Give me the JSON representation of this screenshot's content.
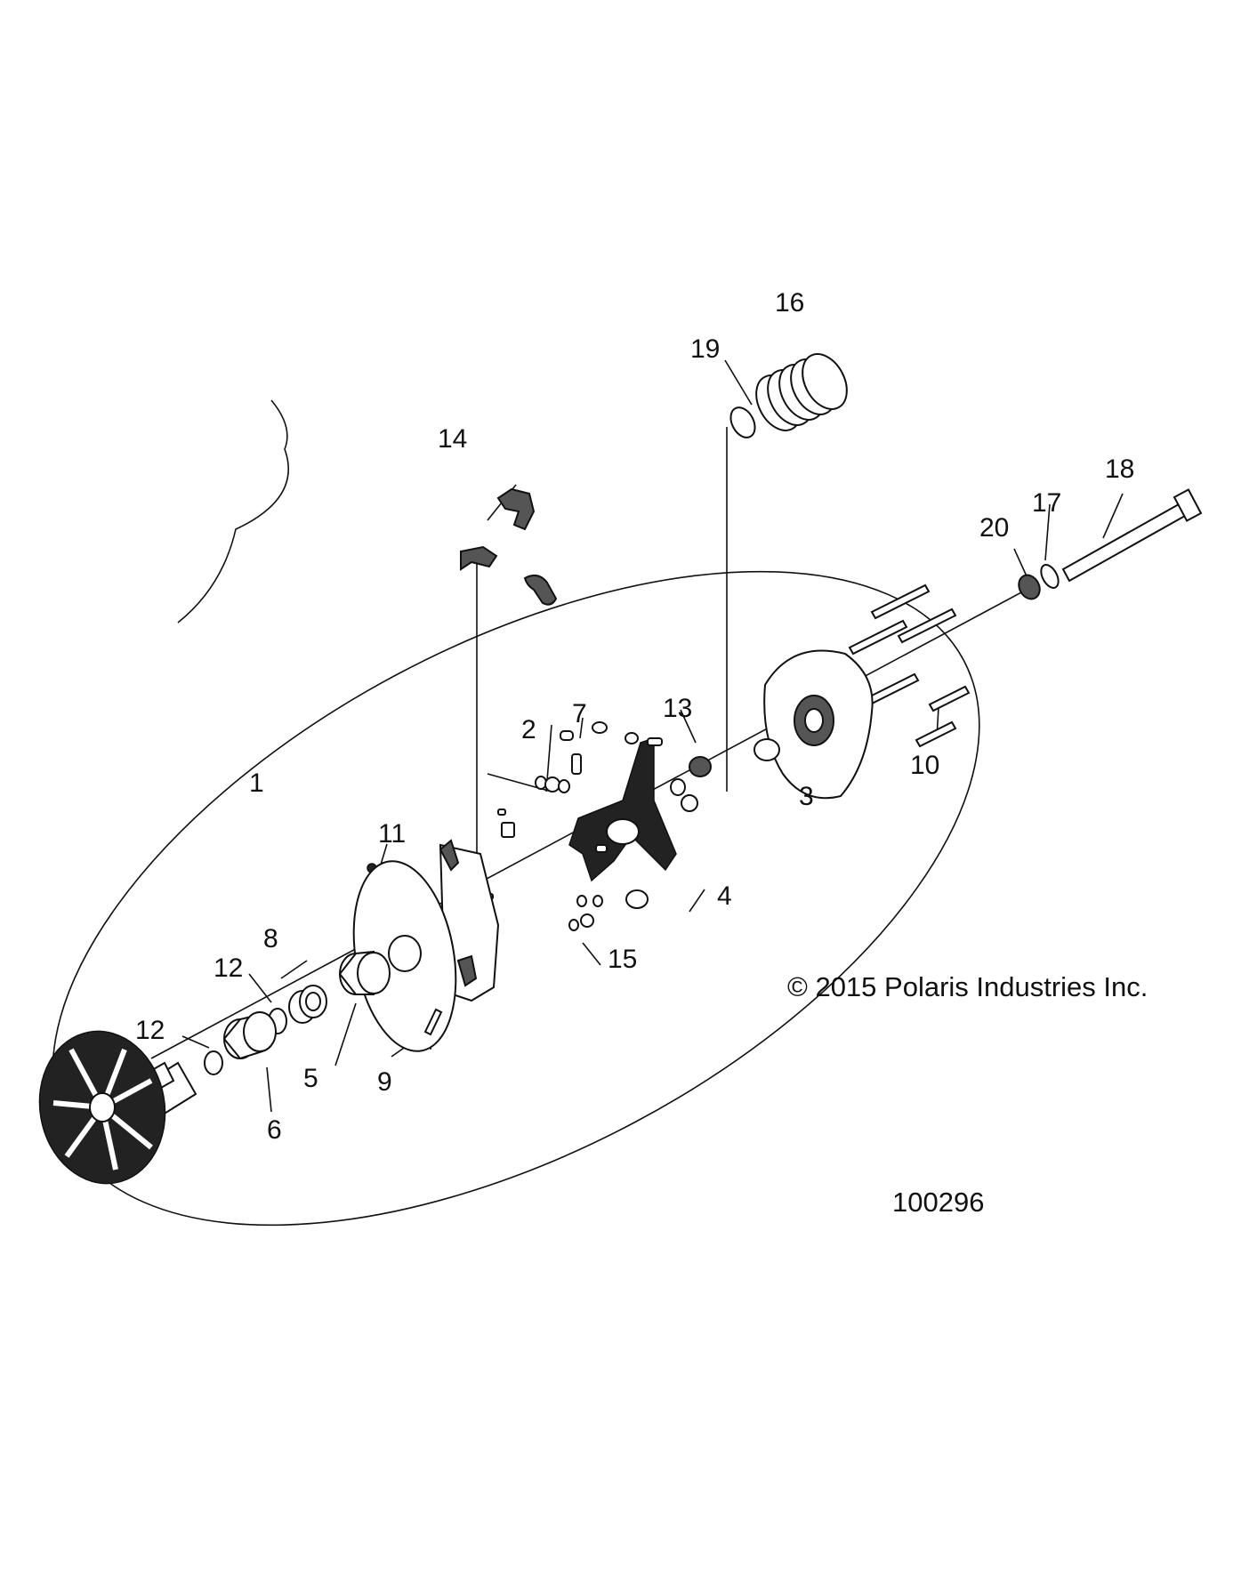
{
  "callouts": [
    {
      "id": "1",
      "label": "1"
    },
    {
      "id": "2",
      "label": "2"
    },
    {
      "id": "3",
      "label": "3"
    },
    {
      "id": "4",
      "label": "4"
    },
    {
      "id": "5",
      "label": "5"
    },
    {
      "id": "6",
      "label": "6"
    },
    {
      "id": "7",
      "label": "7"
    },
    {
      "id": "8",
      "label": "8"
    },
    {
      "id": "9",
      "label": "9"
    },
    {
      "id": "10",
      "label": "10"
    },
    {
      "id": "11",
      "label": "11"
    },
    {
      "id": "12a",
      "label": "12"
    },
    {
      "id": "12b",
      "label": "12"
    },
    {
      "id": "13",
      "label": "13"
    },
    {
      "id": "14",
      "label": "14"
    },
    {
      "id": "15",
      "label": "15"
    },
    {
      "id": "16",
      "label": "16"
    },
    {
      "id": "17",
      "label": "17"
    },
    {
      "id": "18",
      "label": "18"
    },
    {
      "id": "19",
      "label": "19"
    },
    {
      "id": "20",
      "label": "20"
    }
  ],
  "copyright": "© 2015 Polaris Industries Inc.",
  "figure_number": "100296"
}
